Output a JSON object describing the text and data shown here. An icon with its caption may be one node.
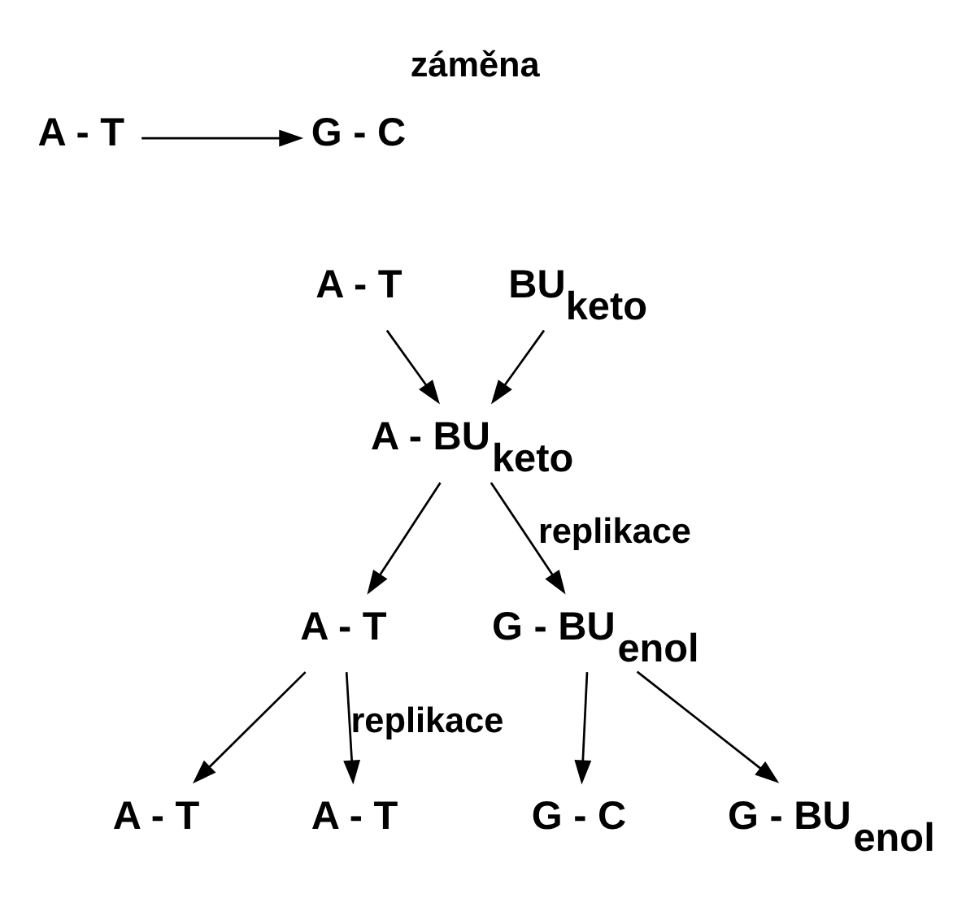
{
  "diagram": {
    "title": "záměna",
    "nodes": [
      {
        "text": [
          "A - T"
        ]
      },
      {
        "text": [
          "G - C"
        ]
      },
      {
        "text": [
          "A - T"
        ]
      },
      {
        "text": [
          "BU$_{keto}$"
        ]
      },
      {
        "text": [
          "A - BU$_{keto}$"
        ]
      },
      {
        "text": [
          "A - T"
        ]
      },
      {
        "text": [
          "G - BU$_{enol}$"
        ]
      },
      {
        "text": [
          "A - T"
        ]
      },
      {
        "text": [
          "A - T"
        ]
      },
      {
        "text": [
          "G - C"
        ]
      },
      {
        "text": [
          "G - BU$_{enol}$"
        ]
      }
    ],
    "edges": [
      {
        "from": 0,
        "to": 1,
        "arrow": "to"
      },
      {
        "from": 2,
        "to": 4,
        "arrow": "to"
      },
      {
        "from": 3,
        "to": 4,
        "arrow": "to"
      },
      {
        "from": 4,
        "to": 5,
        "arrow": "to"
      },
      {
        "from": 4,
        "to": 6,
        "arrow": "to",
        "label": "replikace"
      },
      {
        "from": 5,
        "to": 7,
        "arrow": "to"
      },
      {
        "from": 5,
        "to": 8,
        "arrow": "to",
        "label": "replikace"
      },
      {
        "from": 6,
        "to": 9,
        "arrow": "to"
      },
      {
        "from": 6,
        "to": 10,
        "arrow": "to"
      }
    ]
  }
}
